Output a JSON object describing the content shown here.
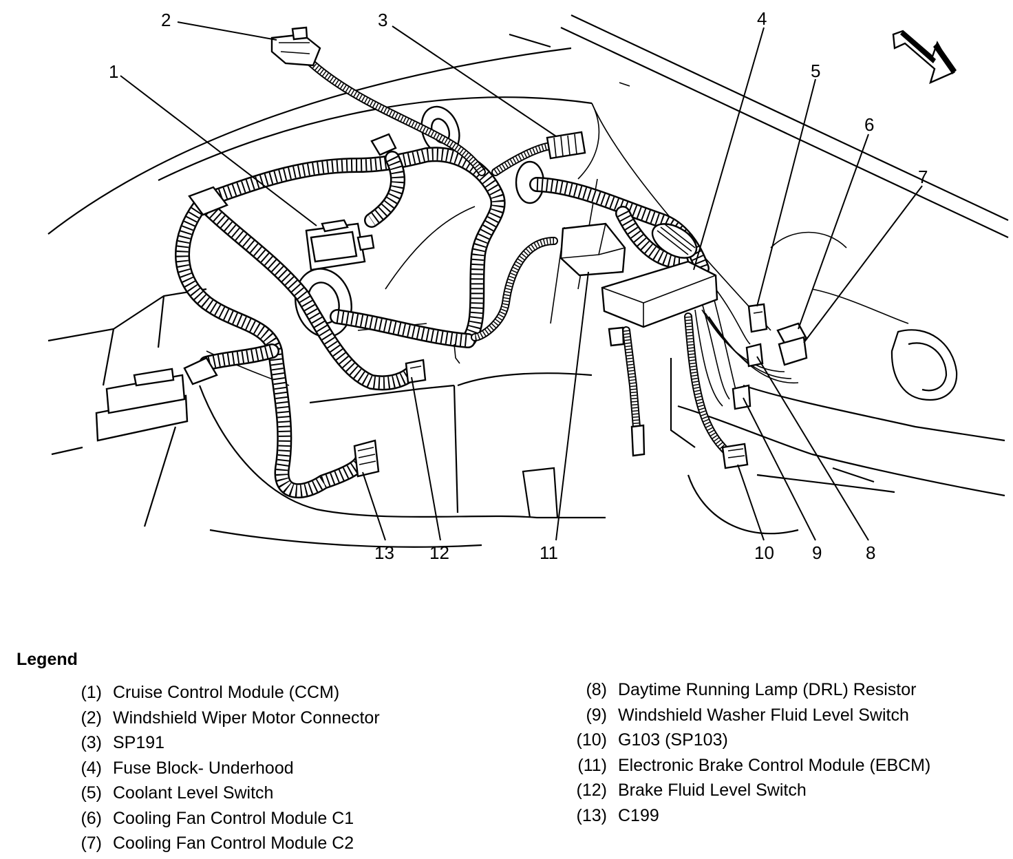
{
  "callouts": [
    "1",
    "2",
    "3",
    "4",
    "5",
    "6",
    "7",
    "8",
    "9",
    "10",
    "11",
    "12",
    "13"
  ],
  "arrow_icon": "direction-arrow-icon",
  "legend": {
    "title": "Legend",
    "left_items": [
      {
        "num": "(1)",
        "text": "Cruise Control Module (CCM)"
      },
      {
        "num": "(2)",
        "text": "Windshield Wiper Motor Connector"
      },
      {
        "num": "(3)",
        "text": "SP191"
      },
      {
        "num": "(4)",
        "text": "Fuse Block- Underhood"
      },
      {
        "num": "(5)",
        "text": "Coolant Level Switch"
      },
      {
        "num": "(6)",
        "text": "Cooling Fan Control Module C1"
      },
      {
        "num": "(7)",
        "text": "Cooling Fan Control Module C2"
      }
    ],
    "right_items": [
      {
        "num": "(8)",
        "text": "Daytime Running Lamp (DRL) Resistor"
      },
      {
        "num": "(9)",
        "text": "Windshield Washer Fluid Level Switch"
      },
      {
        "num": "(10)",
        "text": "G103 (SP103)"
      },
      {
        "num": "(11)",
        "text": "Electronic Brake Control Module (EBCM)"
      },
      {
        "num": "(12)",
        "text": "Brake Fluid Level Switch"
      },
      {
        "num": "(13)",
        "text": "C199"
      }
    ]
  }
}
